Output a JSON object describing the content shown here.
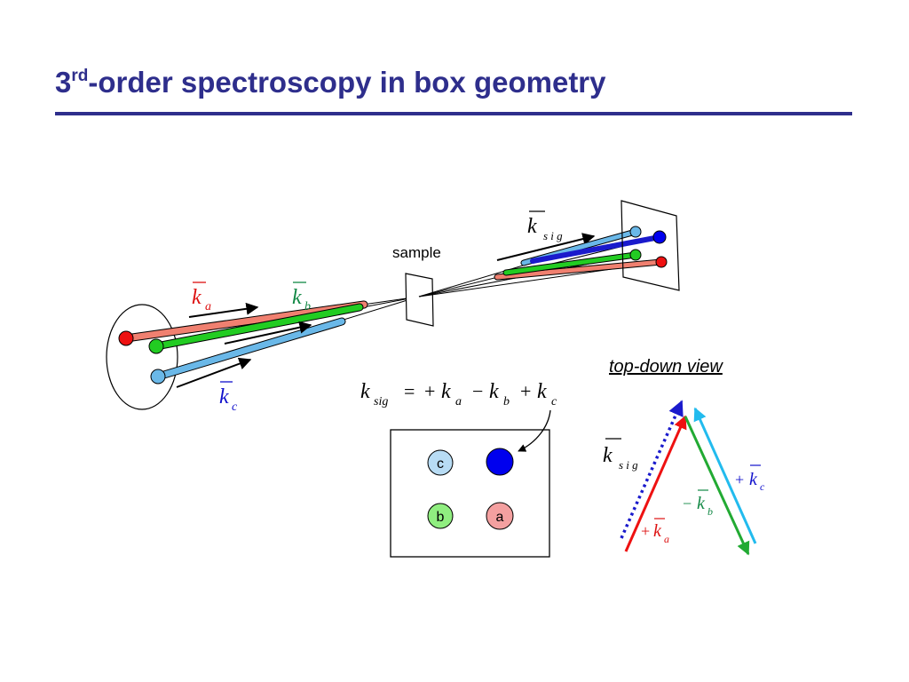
{
  "title": {
    "lead": "3",
    "superscript": "rd",
    "rest": "-order spectroscopy in box geometry"
  },
  "labels": {
    "sample": "sample",
    "top_down_view": "top-down view"
  },
  "wavevectors": {
    "k": "k",
    "sub_a": "a",
    "sub_b": "b",
    "sub_c": "c",
    "sub_sig": "sig",
    "sub_sig_spaced": "s i g",
    "plus": "+",
    "minus": "−"
  },
  "equation": {
    "equals": "=",
    "plus_a": "+",
    "minus_b": "−",
    "plus_c": "+"
  },
  "box_spots": {
    "c": "c",
    "b": "b",
    "a": "a"
  },
  "colors": {
    "title": "#2e2e8c",
    "beam_a": "#f08070",
    "beam_b": "#22cc22",
    "beam_c": "#6ab8e8",
    "signal": "#1a1acc",
    "label_a": "#dd1111",
    "label_b": "#118844",
    "label_c": "#1111cc",
    "spot_c": "#b8dcf4",
    "spot_b": "#90ee80",
    "spot_a": "#f4a0a0",
    "spot_sig": "#0000ee"
  }
}
